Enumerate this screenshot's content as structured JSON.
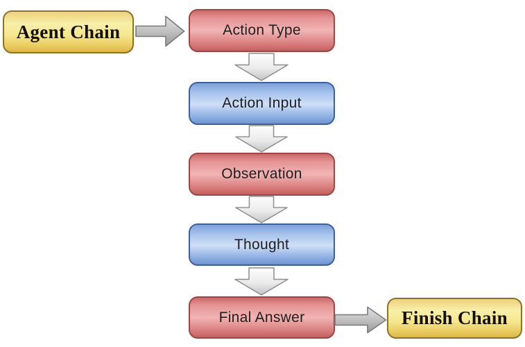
{
  "diagram": {
    "description": "Agent Chain flowchart",
    "nodes": {
      "agent_chain": {
        "label": "Agent Chain",
        "kind": "terminal",
        "color": "#f5e78f"
      },
      "action_type": {
        "label": "Action Type",
        "kind": "process",
        "color": "#f1b4b4"
      },
      "action_input": {
        "label": "Action Input",
        "kind": "process",
        "color": "#cfdff7"
      },
      "observation": {
        "label": "Observation",
        "kind": "process",
        "color": "#f1b4b4"
      },
      "thought": {
        "label": "Thought",
        "kind": "process",
        "color": "#cfdff7"
      },
      "final_answer": {
        "label": "Final Answer",
        "kind": "process",
        "color": "#f1b4b4"
      },
      "finish_chain": {
        "label": "Finish Chain",
        "kind": "terminal",
        "color": "#f5e78f"
      }
    },
    "edges": [
      {
        "from": "agent_chain",
        "to": "action_type",
        "direction": "right"
      },
      {
        "from": "action_type",
        "to": "action_input",
        "direction": "down"
      },
      {
        "from": "action_input",
        "to": "observation",
        "direction": "down"
      },
      {
        "from": "observation",
        "to": "thought",
        "direction": "down"
      },
      {
        "from": "thought",
        "to": "final_answer",
        "direction": "down"
      },
      {
        "from": "final_answer",
        "to": "finish_chain",
        "direction": "right"
      }
    ],
    "colors": {
      "red_border": "#9e4646",
      "blue_border": "#3f5e9e",
      "yellow_border": "#8a7228",
      "arrow_gray": "#bfbfbf",
      "arrow_light": "#e9e9e9",
      "background": "#ffffff"
    }
  }
}
